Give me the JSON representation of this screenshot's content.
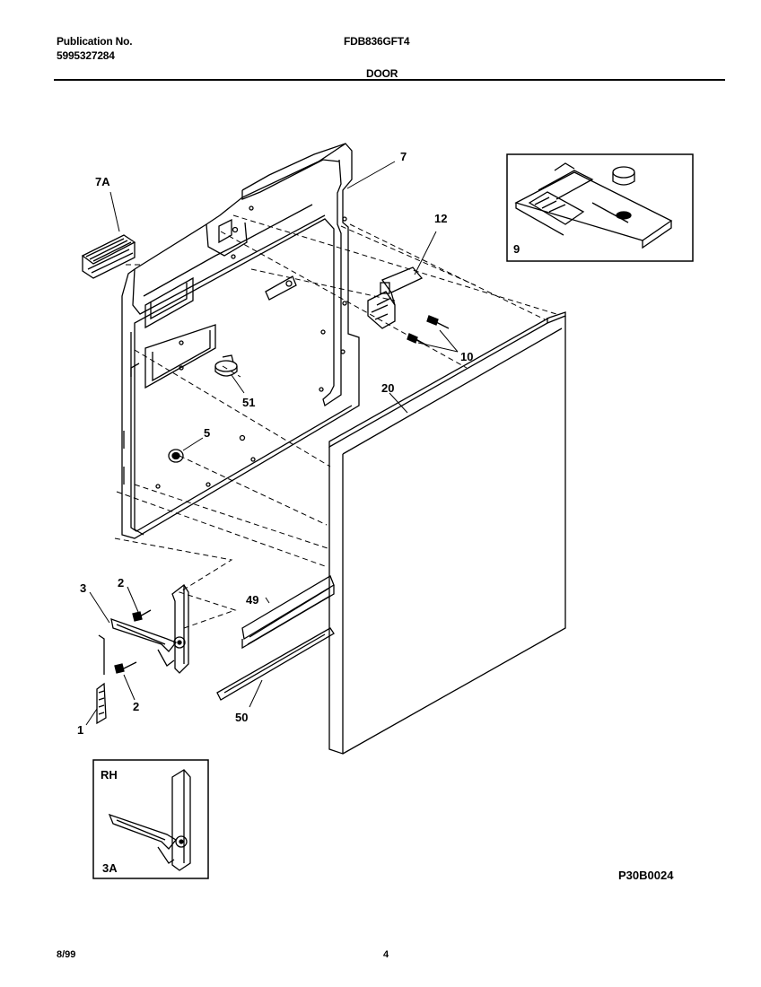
{
  "header": {
    "pub_label": "Publication No.",
    "pub_number": "5995327284",
    "model": "FDB836GFT4",
    "section": "DOOR"
  },
  "callouts": {
    "c7A": "7A",
    "c7": "7",
    "c12": "12",
    "c10": "10",
    "c20": "20",
    "c51": "51",
    "c5": "5",
    "c3": "3",
    "c2a": "2",
    "c2b": "2",
    "c1": "1",
    "c49": "49",
    "c50": "50",
    "c9": "9",
    "rh": "RH",
    "c3A": "3A"
  },
  "footer": {
    "date": "8/99",
    "page": "4",
    "drawing_code": "P30B0024"
  }
}
